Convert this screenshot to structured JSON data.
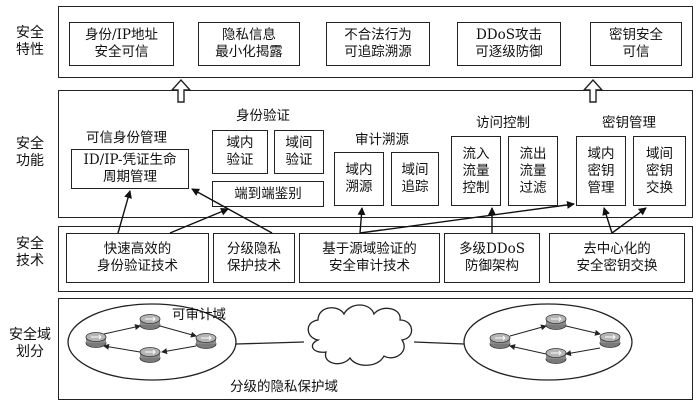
{
  "rows": {
    "characteristics": "安全\n特性",
    "functions": "安全\n功能",
    "techniques": "安全\n技术",
    "domain_partition": "安全域\n划分"
  },
  "characteristics": [
    "身份/IP地址\n安全可信",
    "隐私信息\n最小化揭露",
    "不合法行为\n可追踪溯源",
    "DDoS攻击\n可逐级防御",
    "密钥安全\n可信"
  ],
  "functions": {
    "identity_mgmt": {
      "title": "可信身份管理",
      "item": "ID/IP-凭证生命\n周期管理"
    },
    "auth": {
      "title": "身份验证",
      "intra": "域内\n验证",
      "inter": "域间\n验证",
      "e2e": "端到端鉴别"
    },
    "audit": {
      "title": "审计溯源",
      "intra": "域内\n溯源",
      "inter": "域间\n追踪"
    },
    "access": {
      "title": "访问控制",
      "in": "流入\n流量\n控制",
      "out": "流出\n流量\n过滤"
    },
    "key": {
      "title": "密钥管理",
      "intra": "域内\n密钥\n管理",
      "inter": "域间\n密钥\n交换"
    }
  },
  "techniques": [
    "快速高效的\n身份验证技术",
    "分级隐私\n保护技术",
    "基于源域验证的\n安全审计技术",
    "多级DDoS\n防御架构",
    "去中心化的\n安全密钥交换"
  ],
  "domains": {
    "auditable": "可审计域",
    "privacy": "分级的隐私保护域"
  },
  "icons": [
    "router-icon",
    "cloud-icon",
    "up-arrow-icon"
  ]
}
